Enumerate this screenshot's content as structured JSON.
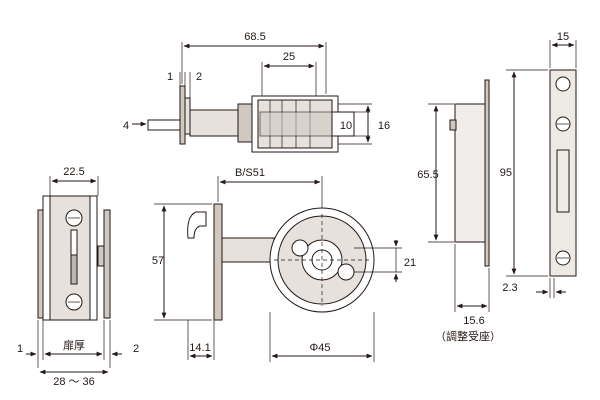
{
  "top_view": {
    "dim_total": "68.5",
    "dim_inner": "25",
    "dim_1": "1",
    "dim_2": "2",
    "dim_4": "4",
    "dim_10": "10",
    "dim_16": "16"
  },
  "front_view": {
    "dim_width": "22.5",
    "dim_left": "1",
    "dim_right": "2",
    "door_label": "扉厚",
    "door_range": "28 ～ 36"
  },
  "side_view": {
    "backset": "B/S51",
    "height": "57",
    "offset": "14.1",
    "diameter": "Φ45",
    "pitch": "21"
  },
  "strike_side": {
    "height": "65.5",
    "depth": "15.6",
    "note": "（調整受座）"
  },
  "strike_plate": {
    "width": "15",
    "height": "95",
    "thickness": "2.3"
  }
}
